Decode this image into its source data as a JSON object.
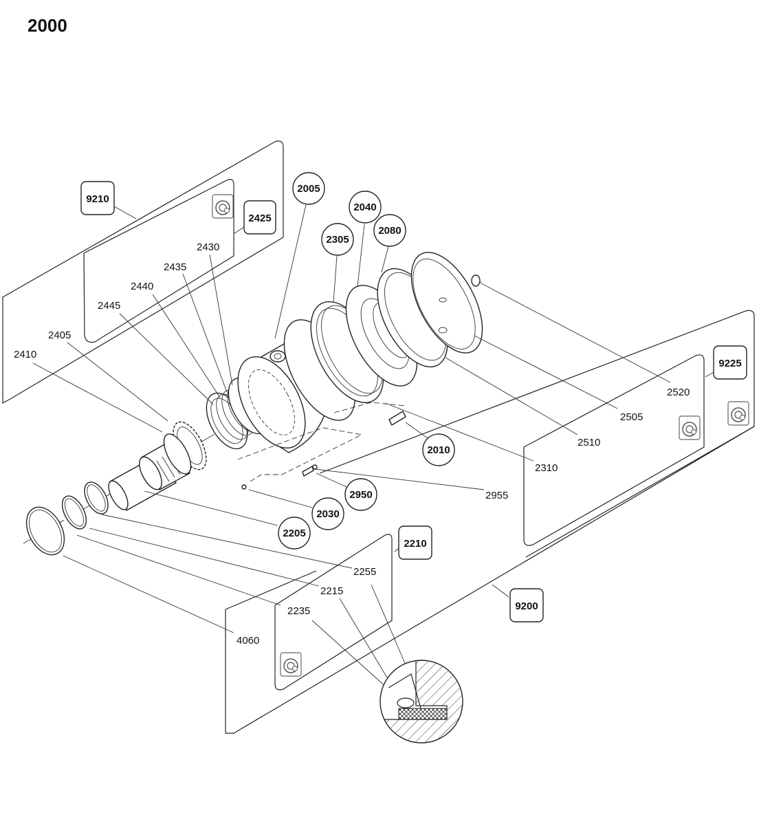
{
  "page": {
    "title": "2000"
  },
  "callouts": {
    "9210": "9210",
    "2425": "2425",
    "2005": "2005",
    "2040": "2040",
    "2080": "2080",
    "2305": "2305",
    "9225": "9225",
    "2010": "2010",
    "2950": "2950",
    "2030": "2030",
    "2205": "2205",
    "2210": "2210",
    "9200": "9200"
  },
  "labels": {
    "2430": "2430",
    "2435": "2435",
    "2440": "2440",
    "2445": "2445",
    "2405": "2405",
    "2410": "2410",
    "2520": "2520",
    "2505": "2505",
    "2510": "2510",
    "2310": "2310",
    "2955": "2955",
    "2255": "2255",
    "2215": "2215",
    "2235": "2235",
    "4060": "4060"
  },
  "icons": {
    "kit": "seal-kit-icon",
    "detail": "seal-detail-icon"
  }
}
